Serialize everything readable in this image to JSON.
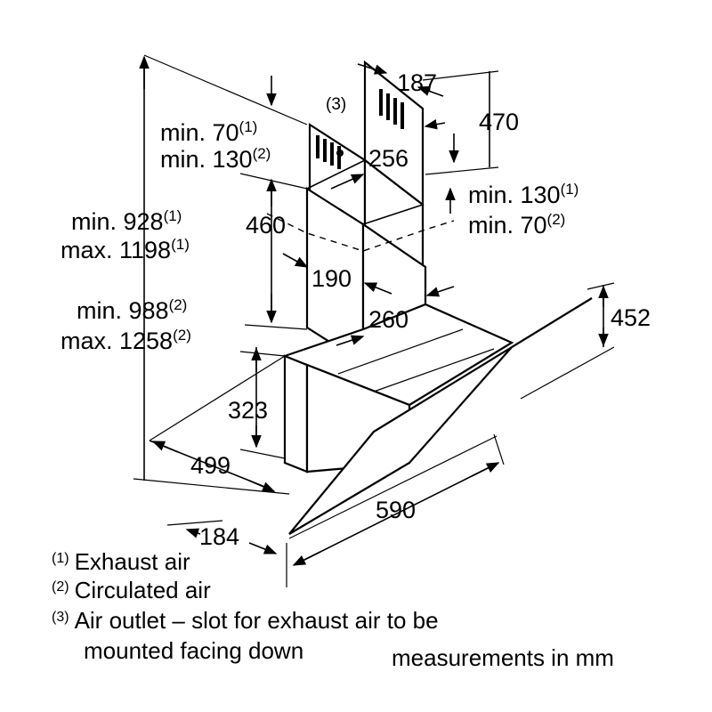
{
  "dimensions": {
    "d187": "187",
    "d470": "470",
    "note3": "(3)",
    "min70_1": {
      "text": "min. 70",
      "sup": "(1)"
    },
    "min130_2": {
      "text": "min. 130",
      "sup": "(2)"
    },
    "d256": "256",
    "min130_1": {
      "text": "min. 130",
      "sup": "(1)"
    },
    "min70_2": {
      "text": "min. 70",
      "sup": "(2)"
    },
    "min928": {
      "text": "min. 928",
      "sup": "(1)"
    },
    "max1198": {
      "text": "max. 1198",
      "sup": "(1)"
    },
    "d460": "460",
    "d190": "190",
    "min988": {
      "text": "min. 988",
      "sup": "(2)"
    },
    "max1258": {
      "text": "max. 1258",
      "sup": "(2)"
    },
    "d260": "260",
    "d452": "452",
    "d323": "323",
    "d499": "499",
    "d590": "590",
    "d184": "184"
  },
  "legend": [
    {
      "mark": "(1)",
      "text": "Exhaust air"
    },
    {
      "mark": "(2)",
      "text": "Circulated air"
    },
    {
      "mark": "(3)",
      "text": "Air outlet – slot for exhaust air to be"
    }
  ],
  "legend_cont": "mounted facing down",
  "units_note": "measurements in mm"
}
